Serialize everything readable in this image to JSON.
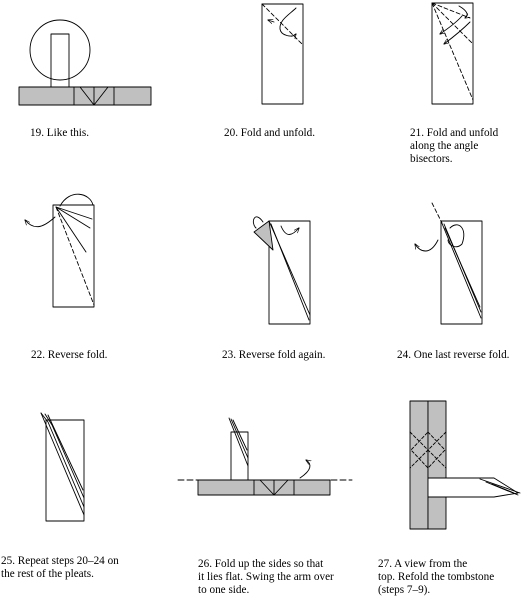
{
  "steps": [
    {
      "number": 19,
      "caption": "19.  Like this."
    },
    {
      "number": 20,
      "caption": "20.  Fold and unfold."
    },
    {
      "number": 21,
      "caption": "21.  Fold and unfold\nalong the angle\nbisectors."
    },
    {
      "number": 22,
      "caption": "22.  Reverse fold."
    },
    {
      "number": 23,
      "caption": "23.  Reverse fold again."
    },
    {
      "number": 24,
      "caption": "24.  One last reverse fold."
    },
    {
      "number": 25,
      "caption": "25.  Repeat steps 20–24 on\nthe rest of the pleats."
    },
    {
      "number": 26,
      "caption": "26.  Fold up the sides so that\nit lies flat.  Swing the arm over\nto one side."
    },
    {
      "number": 27,
      "caption": "27.  A view from the\ntop.  Refold the tombstone\n(steps 7–9)."
    }
  ],
  "colors": {
    "paper_shade": "#c0c0c0",
    "line": "#000000",
    "background": "#ffffff"
  }
}
